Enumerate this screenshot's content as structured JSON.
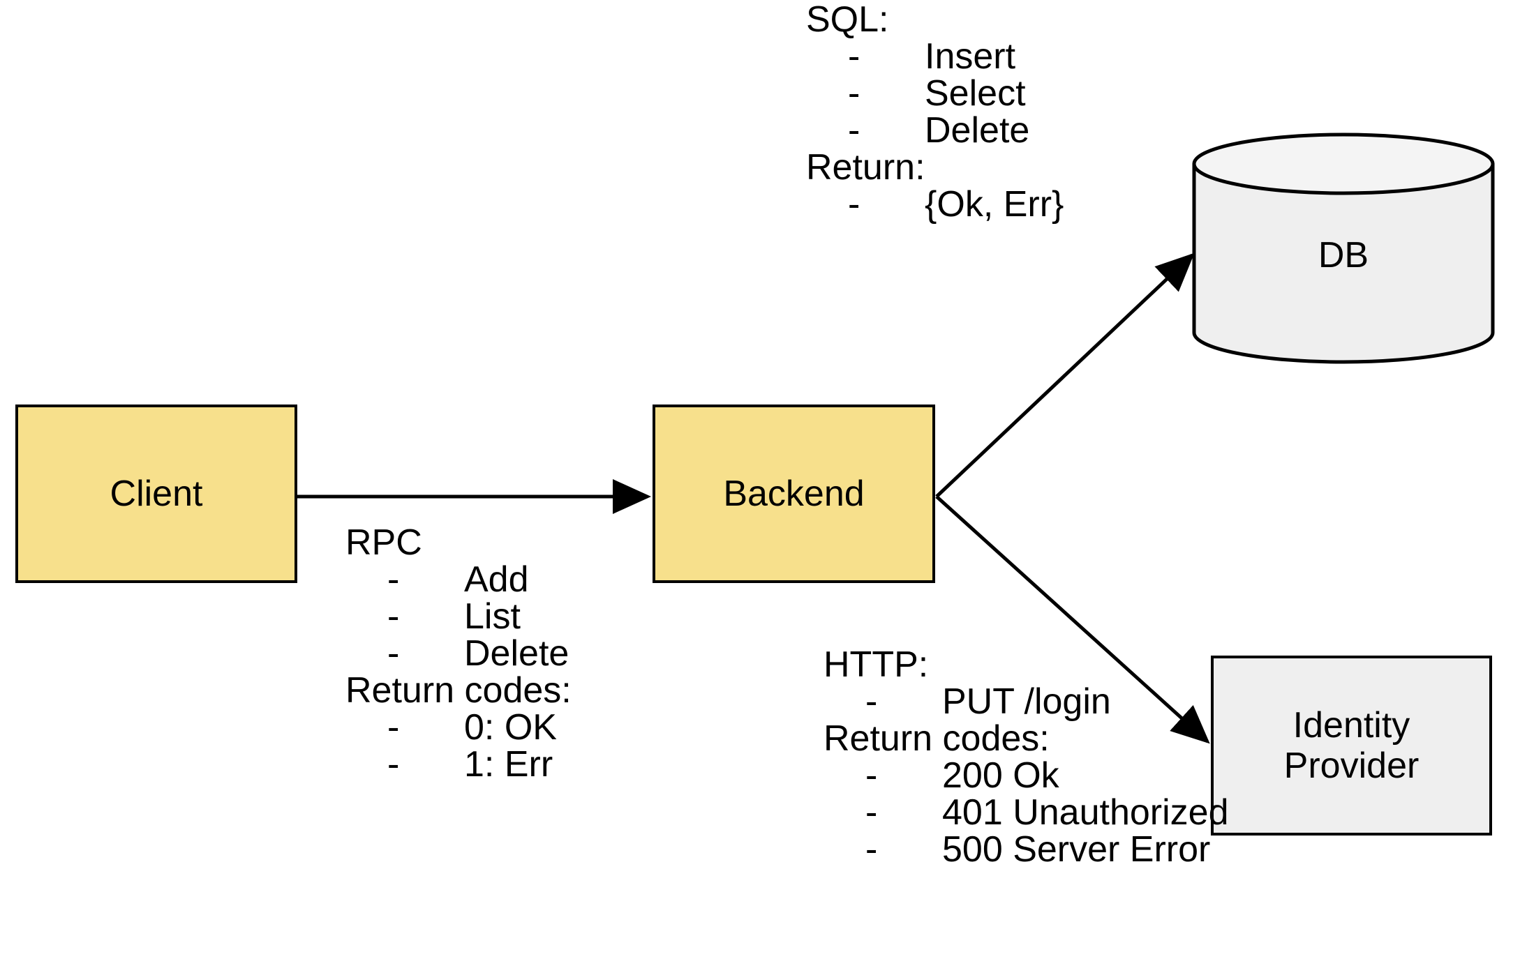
{
  "diagram": {
    "title": "Client / Backend / DB / Identity Provider architecture",
    "colors": {
      "node_fill_yellow": "#f7e08c",
      "node_fill_gray": "#efefef",
      "node_stroke": "#000000",
      "edge_stroke": "#000000",
      "background": "#ffffff",
      "text": "#000000"
    }
  },
  "nodes": {
    "client": {
      "label": "Client",
      "shape": "rectangle",
      "fill": "#f7e08c"
    },
    "backend": {
      "label": "Backend",
      "shape": "rectangle",
      "fill": "#f7e08c"
    },
    "db": {
      "label": "DB",
      "shape": "cylinder",
      "fill": "#efefef"
    },
    "identity_provider": {
      "label": "Identity\nProvider",
      "shape": "rectangle",
      "fill": "#efefef"
    }
  },
  "edges": [
    {
      "from": "client",
      "to": "backend",
      "protocol": "RPC",
      "direction": "right"
    },
    {
      "from": "backend",
      "to": "db",
      "protocol": "SQL",
      "direction": "up-right"
    },
    {
      "from": "backend",
      "to": "identity_provider",
      "protocol": "HTTP",
      "direction": "down-right"
    }
  ],
  "annotations": {
    "sql": {
      "heading_1": "SQL:",
      "items_1": [
        "Insert",
        "Select",
        "Delete"
      ],
      "heading_2": "Return:",
      "items_2": [
        "{Ok, Err}"
      ],
      "bullet_marker": "-"
    },
    "rpc": {
      "heading_1": "RPC",
      "items_1": [
        "Add",
        "List",
        "Delete"
      ],
      "heading_2": "Return codes:",
      "items_2": [
        "0: OK",
        "1: Err"
      ],
      "bullet_marker": "-"
    },
    "http": {
      "heading_1": "HTTP:",
      "items_1": [
        "PUT /login"
      ],
      "heading_2": "Return codes:",
      "items_2": [
        "200 Ok",
        "401 Unauthorized",
        "500 Server Error"
      ],
      "bullet_marker": "-"
    }
  }
}
